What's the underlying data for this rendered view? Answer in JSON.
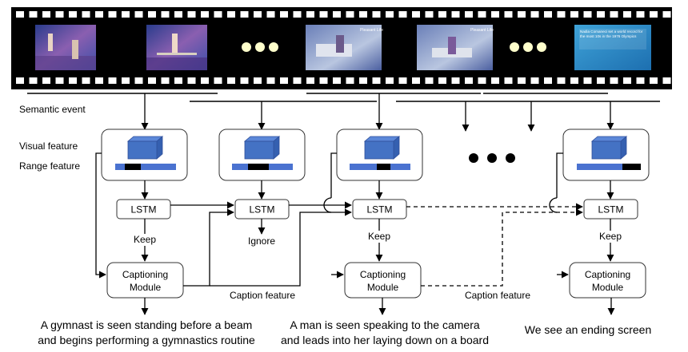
{
  "labels": {
    "semantic_event": "Semantic event",
    "visual_feature": "Visual feature",
    "range_feature": "Range feature",
    "caption_feature": "Caption feature"
  },
  "lstm_label": "LSTM",
  "captioning_label_line1": "Captioning",
  "captioning_label_line2": "Module",
  "decisions": [
    "Keep",
    "Ignore",
    "Keep",
    "Keep"
  ],
  "captions": [
    [
      "A gymnast is seen standing before a beam",
      "and begins performing a gymnastics routine"
    ],
    [
      "A man is seen speaking to the camera",
      "and leads into her laying down on a board"
    ],
    [
      "We see an ending screen"
    ]
  ],
  "frame_overlay_texts": {
    "frame4": "Pleasant Life",
    "frame5": "Pleasant Life",
    "frame6": "Nadia Comaneci set a world record for the most 10s in the 1976 Olympics"
  },
  "colors": {
    "film": "#000000",
    "cube": "#4472c4",
    "bar": "#4a72d0",
    "bar_marker": "#000000",
    "dots_on_film": "#ffffcc"
  }
}
